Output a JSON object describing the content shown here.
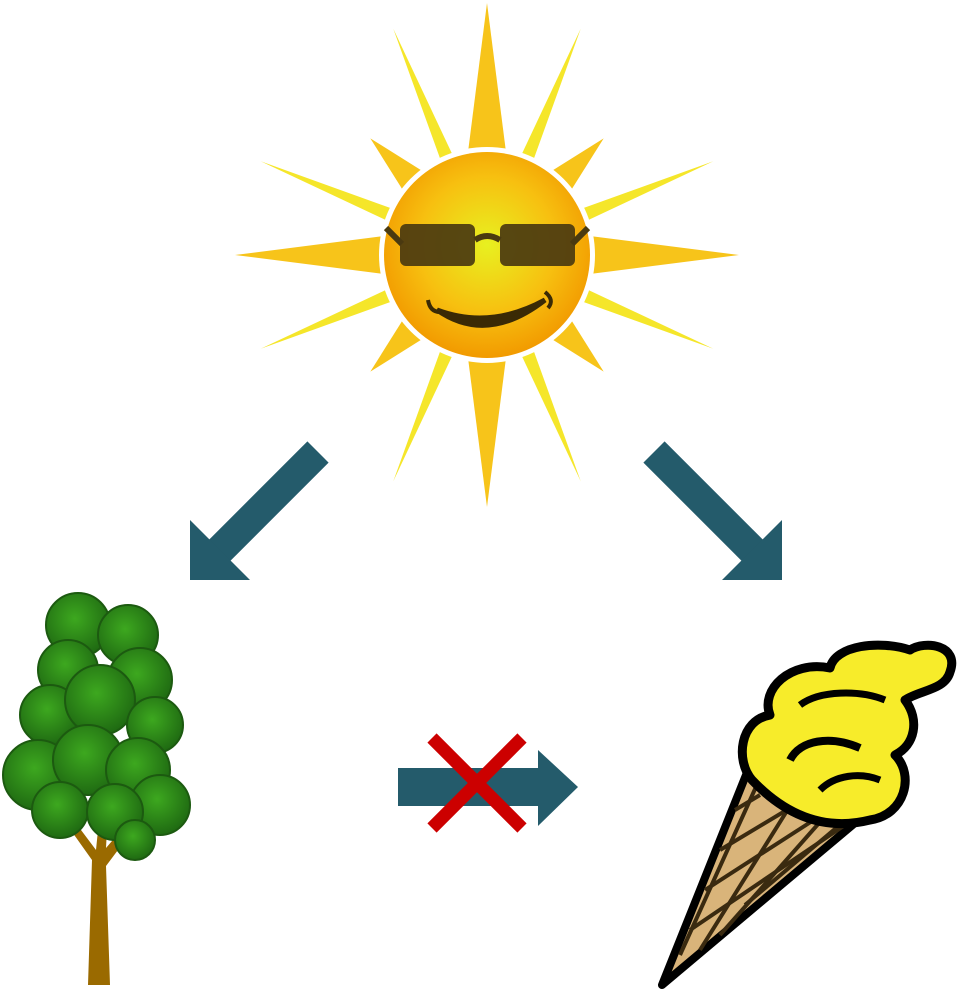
{
  "diagram": {
    "nodes": [
      {
        "id": "sun",
        "icon": "sun-with-sunglasses-icon"
      },
      {
        "id": "tree",
        "icon": "tree-icon"
      },
      {
        "id": "ice-cream",
        "icon": "ice-cream-cone-icon"
      }
    ],
    "edges": [
      {
        "from": "sun",
        "to": "tree",
        "style": "arrow"
      },
      {
        "from": "sun",
        "to": "ice-cream",
        "style": "arrow"
      },
      {
        "from": "tree",
        "to": "ice-cream",
        "style": "arrow",
        "negated": true
      }
    ]
  },
  "colors": {
    "arrow": "#245b6b",
    "cross": "#cc0000",
    "sun_core": "#f7b500",
    "sun_ray": "#f5e62a",
    "glasses": "#4a3a10",
    "tree_leaves": "#2f8a1c",
    "tree_trunk": "#9a6a00",
    "ice_cream": "#f7ec2a",
    "cone": "#d9b47a",
    "outline": "#000000"
  }
}
